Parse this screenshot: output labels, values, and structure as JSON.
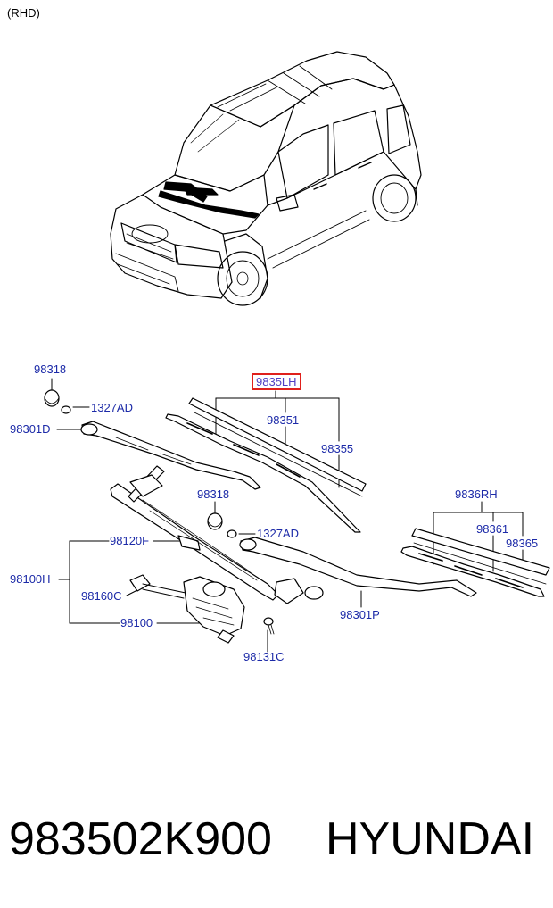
{
  "variant_label": "(RHD)",
  "callouts": {
    "c98318_top": "98318",
    "c1327AD_top": "1327AD",
    "c98301D": "98301D",
    "c9835LH": "9835LH",
    "c98351": "98351",
    "c98355": "98355",
    "c98318_mid": "98318",
    "c1327AD_mid": "1327AD",
    "c98120F": "98120F",
    "c98100H": "98100H",
    "c98160C": "98160C",
    "c98100": "98100",
    "c98301P": "98301P",
    "c98131C": "98131C",
    "c9836RH": "9836RH",
    "c98361": "98361",
    "c98365": "98365"
  },
  "footer": {
    "part_number": "983502K900",
    "brand": "HYUNDAI"
  },
  "colors": {
    "callout_text": "#1c2aa8",
    "highlight_border": "#e0201c",
    "line_art": "#000000"
  }
}
